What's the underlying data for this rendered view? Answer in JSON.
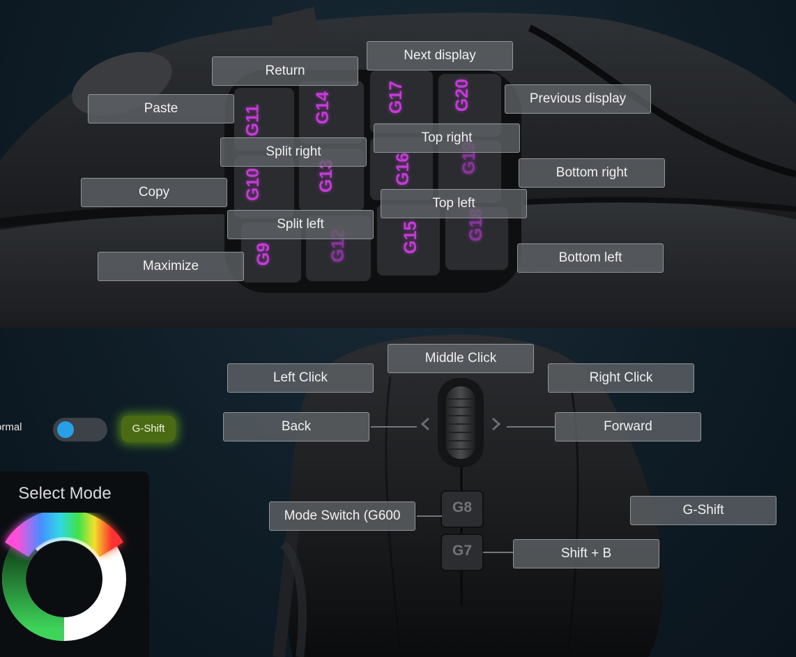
{
  "side_buttons": [
    {
      "id": "return",
      "label": "Return"
    },
    {
      "id": "next-display",
      "label": "Next display"
    },
    {
      "id": "paste",
      "label": "Paste"
    },
    {
      "id": "previous-display",
      "label": "Previous display"
    },
    {
      "id": "split-right",
      "label": "Split right"
    },
    {
      "id": "top-right",
      "label": "Top right"
    },
    {
      "id": "copy",
      "label": "Copy"
    },
    {
      "id": "bottom-right",
      "label": "Bottom right"
    },
    {
      "id": "top-left",
      "label": "Top left"
    },
    {
      "id": "split-left",
      "label": "Split left"
    },
    {
      "id": "maximize",
      "label": "Maximize"
    },
    {
      "id": "bottom-left",
      "label": "Bottom left"
    }
  ],
  "top_buttons": [
    {
      "id": "middle-click",
      "label": "Middle Click"
    },
    {
      "id": "left-click",
      "label": "Left Click"
    },
    {
      "id": "right-click",
      "label": "Right Click"
    },
    {
      "id": "back",
      "label": "Back"
    },
    {
      "id": "forward",
      "label": "Forward"
    },
    {
      "id": "mode-switch",
      "label": "Mode Switch (G600"
    },
    {
      "id": "g-shift",
      "label": "G-Shift"
    },
    {
      "id": "shift-b",
      "label": "Shift + B"
    }
  ],
  "g_keys": [
    {
      "id": "g11",
      "label": "G11",
      "dim": false
    },
    {
      "id": "g14",
      "label": "G14",
      "dim": false
    },
    {
      "id": "g17",
      "label": "G17",
      "dim": false
    },
    {
      "id": "g20",
      "label": "G20",
      "dim": false
    },
    {
      "id": "g10",
      "label": "G10",
      "dim": false
    },
    {
      "id": "g13",
      "label": "G13",
      "dim": false
    },
    {
      "id": "g16",
      "label": "G16",
      "dim": false
    },
    {
      "id": "g19",
      "label": "G19",
      "dim": true
    },
    {
      "id": "g9",
      "label": "G9",
      "dim": false
    },
    {
      "id": "g12",
      "label": "G12",
      "dim": true
    },
    {
      "id": "g15",
      "label": "G15",
      "dim": false
    },
    {
      "id": "g18",
      "label": "G18",
      "dim": true
    }
  ],
  "mouse_button_labels": {
    "g8": "G8",
    "g7": "G7"
  },
  "mode_toggle": {
    "left_label": "ormal",
    "right_label": "G-Shift",
    "state": "normal"
  },
  "mode_panel": {
    "title": "Select Mode"
  },
  "colors": {
    "accent_blue": "#27a0e6",
    "gshift_green": "#4a6a14",
    "gkey_magenta": "#c53bd8",
    "mode_colors": [
      "#e85ed8",
      "#46b0ff",
      "#3cd45a",
      "#ffffff"
    ]
  }
}
